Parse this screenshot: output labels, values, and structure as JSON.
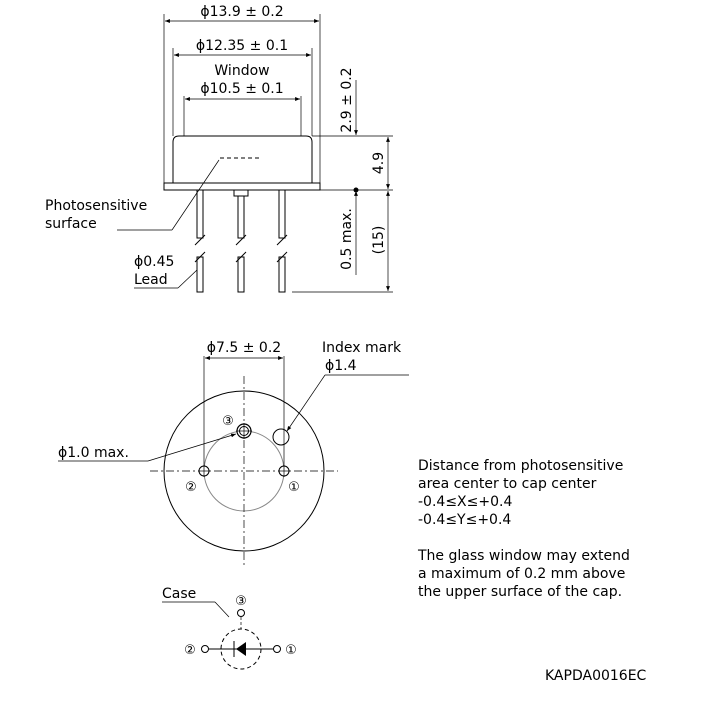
{
  "side_view": {
    "dim_outer": "ϕ13.9 ± 0.2",
    "dim_cap": "ϕ12.35 ± 0.1",
    "window_label": "Window",
    "dim_window": "ϕ10.5 ± 0.1",
    "dim_cap_height": "2.9 ± 0.2",
    "dim_total_height": "4.9",
    "dim_lead_base": "0.5 max.",
    "dim_lead_length": "(15)",
    "photosensitive_line1": "Photosensitive",
    "photosensitive_line2": "surface",
    "lead_dia": "ϕ0.45",
    "lead_label": "Lead"
  },
  "bottom_view": {
    "dim_pin_circle": "ϕ7.5 ± 0.2",
    "index_label": "Index mark",
    "index_dia": "ϕ1.4",
    "pin_dia": "ϕ1.0 max.",
    "pin_labels": [
      "①",
      "②",
      "③"
    ]
  },
  "schematic": {
    "case_label": "Case",
    "pins": [
      "③",
      "②",
      "①"
    ]
  },
  "notes": {
    "line1": "Distance from photosensitive",
    "line2": "area center to cap center",
    "line3": "-0.4≤X≤+0.4",
    "line4": "-0.4≤Y≤+0.4",
    "line5": "The glass window may extend",
    "line6": "a maximum of 0.2 mm above",
    "line7": "the upper surface of the cap."
  },
  "drawing_code": "KAPDA0016EC"
}
